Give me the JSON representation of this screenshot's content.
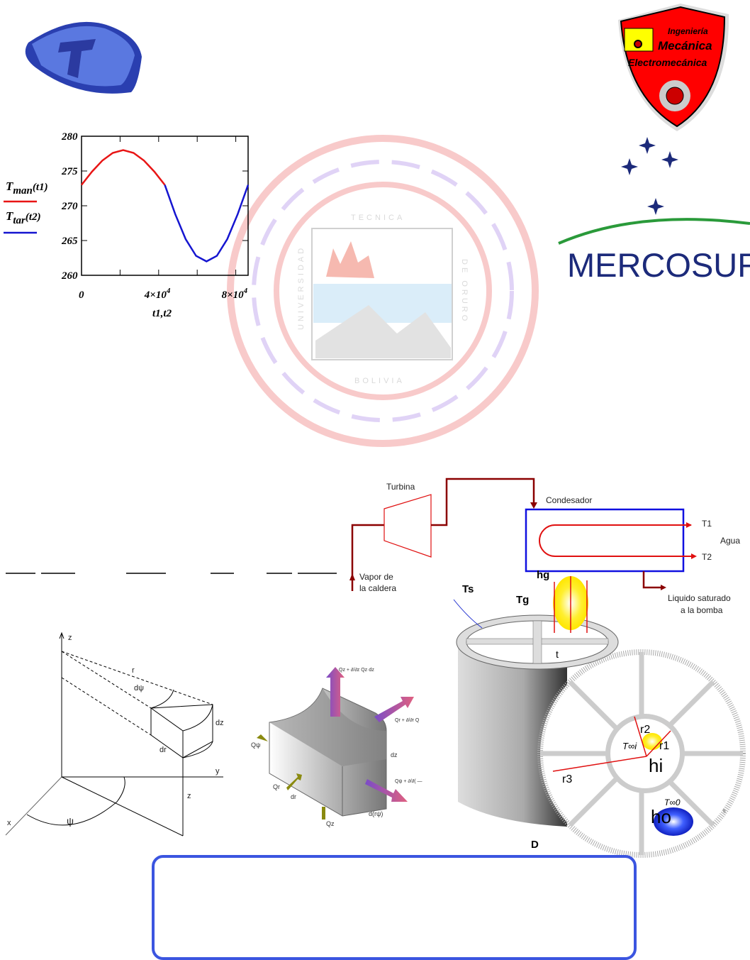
{
  "logos": {
    "left_shield": "university shield logo",
    "right_shield": {
      "line1": "Ingeniería",
      "line2": "Mecánica",
      "line3": "Electromecánica"
    },
    "mercosur": "MERCOSUR",
    "seal": {
      "top": "TECNICA",
      "left": "UNIVERSIDAD",
      "right": "DE ORURO",
      "bottom": "BOLIVIA"
    }
  },
  "colors": {
    "morning": "#e81515",
    "afternoon": "#1515d0",
    "mercosur_text": "#1c2a7a",
    "mercosur_arc": "#2a9a3a",
    "box_border": "#3b55e0"
  },
  "chart_data": {
    "type": "line",
    "xlabel": "t1,t2",
    "ylabel": "",
    "ylim": [
      260,
      280
    ],
    "xlim": [
      0,
      86400
    ],
    "yticks": [
      "260",
      "265",
      "270",
      "275",
      "280"
    ],
    "xtick_labels": [
      {
        "value": 0,
        "label": "0"
      },
      {
        "value": 40000,
        "label": "4×10",
        "exp": "4"
      },
      {
        "value": 80000,
        "label": "8×10",
        "exp": "4"
      }
    ],
    "grid": false,
    "legend_position": "left",
    "series": [
      {
        "name": "T",
        "sub": "man",
        "arg": "(t1)",
        "color": "#e81515",
        "x": [
          0,
          5400,
          10800,
          16200,
          21600,
          27000,
          32400,
          37800,
          43200
        ],
        "y": [
          273,
          274.9,
          276.5,
          277.6,
          278,
          277.6,
          276.5,
          274.9,
          273
        ]
      },
      {
        "name": "T",
        "sub": "tar",
        "arg": "(t2)",
        "color": "#1515d0",
        "x": [
          43200,
          48600,
          54000,
          59400,
          64800,
          70200,
          75600,
          81000,
          86400
        ],
        "y": [
          273,
          268.8,
          265.2,
          262.8,
          262,
          262.8,
          265.2,
          268.8,
          273
        ]
      }
    ]
  },
  "rankine": {
    "turbine": "Turbina",
    "condenser": "Condesador",
    "steam": "Vapor de",
    "steam2": "la caldera",
    "water": "Agua",
    "t1": "T1",
    "t2": "T2",
    "liquid": "Liquido saturado",
    "liquid2": "a la bomba"
  },
  "cyl_coords": {
    "z": "z",
    "r": "r",
    "dpsi": "dψ",
    "dz": "dz",
    "dr": "dr",
    "y": "y",
    "z2": "z",
    "x": "x",
    "psi": "ψ"
  },
  "element": {
    "qz_out": "Qz + ∂/∂z Qz·dz",
    "qr_out": "Qr + ∂/∂r Q",
    "qpsi_out": "Qψ + ∂/∂( —",
    "qpsi": "Qψ",
    "qr": "Qr",
    "dr": "dr",
    "dz": "dz",
    "qz": "Qz",
    "drpsi": "d(rψ)"
  },
  "fin": {
    "hg": "hg",
    "ts": "Ts",
    "tg": "Tg",
    "t": "t",
    "r1": "r1",
    "r2": "r2",
    "r3": "r3",
    "hi": "hi",
    "ho": "ho",
    "tinf_i": "T∞i",
    "tinf_o": "T∞0",
    "d": "D"
  }
}
